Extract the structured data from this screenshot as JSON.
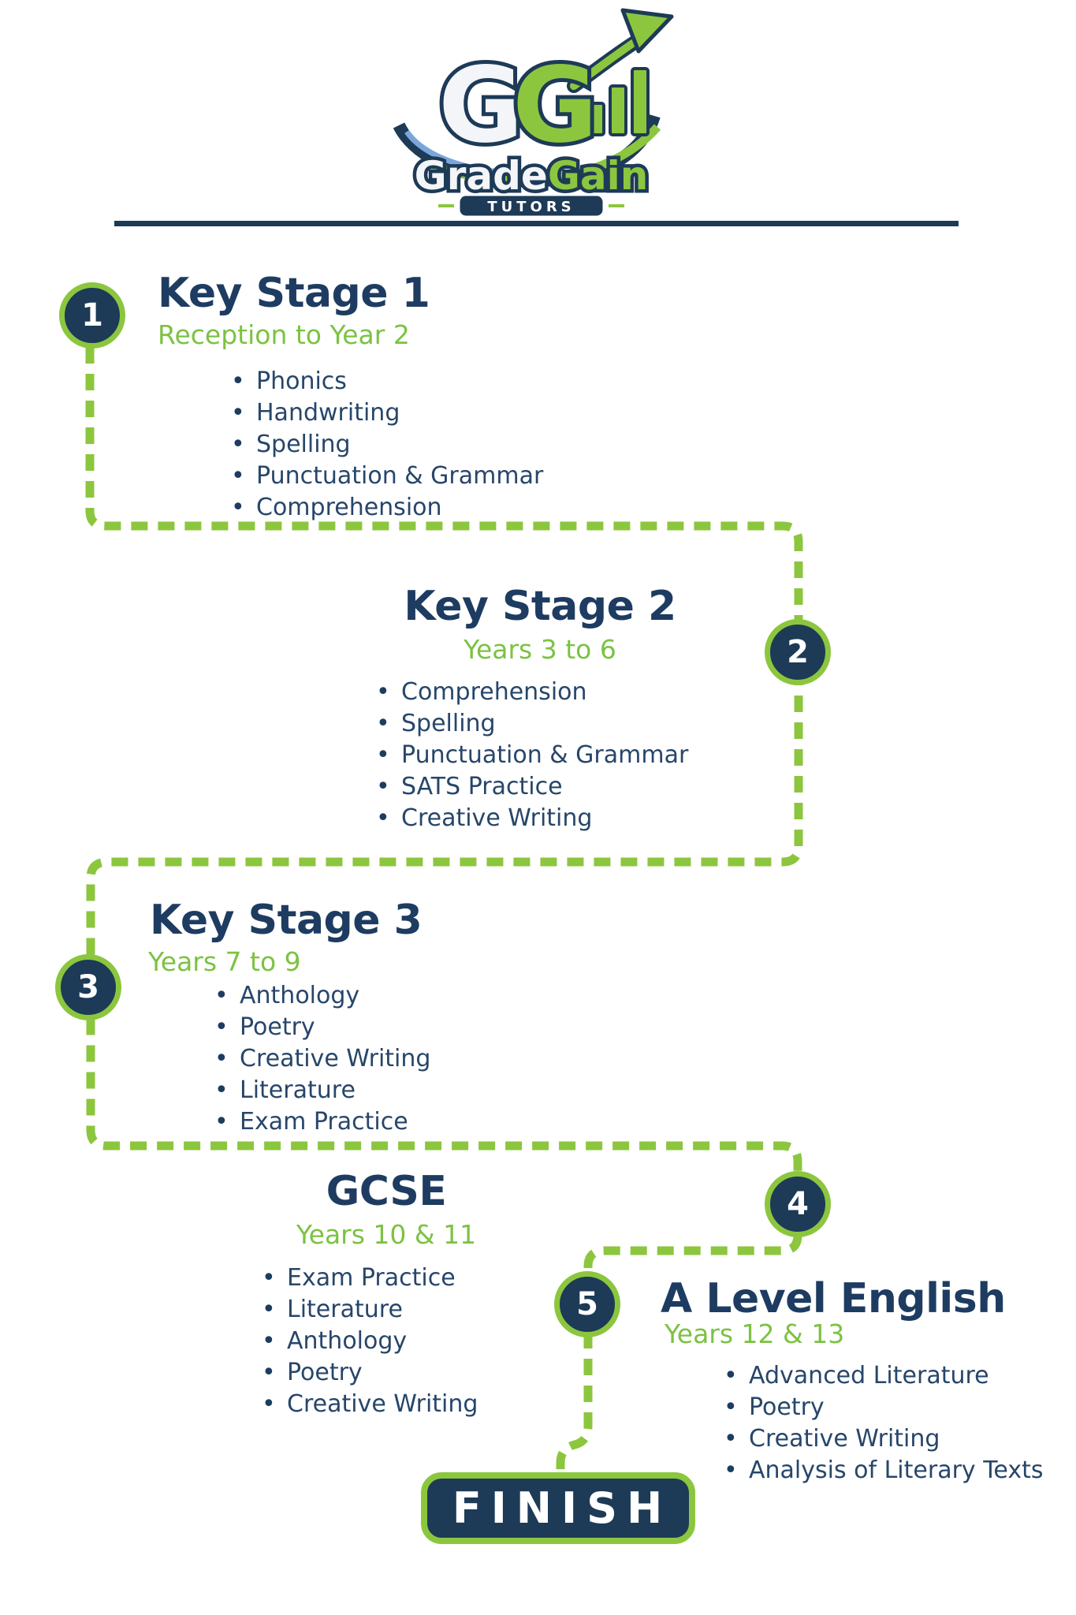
{
  "colors": {
    "navy": "#1d3a57",
    "title-navy": "#1e3c61",
    "text-navy": "#27466a",
    "green": "#8cc63e",
    "sub-green": "#7cc242",
    "white": "#ffffff",
    "silver": "#f3f5f8"
  },
  "logo": {
    "monogram_g": "G",
    "brand_grade": "Grade",
    "brand_gain": "Gain",
    "tagline": "TUTORS"
  },
  "stages": [
    {
      "number": "1",
      "title": "Key Stage 1",
      "subtitle": "Reception to Year 2",
      "topics": [
        "Phonics",
        "Handwriting",
        "Spelling",
        "Punctuation & Grammar",
        "Comprehension"
      ]
    },
    {
      "number": "2",
      "title": "Key Stage 2",
      "subtitle": "Years 3 to 6",
      "topics": [
        "Comprehension",
        "Spelling",
        "Punctuation & Grammar",
        "SATS Practice",
        "Creative Writing"
      ]
    },
    {
      "number": "3",
      "title": "Key Stage 3",
      "subtitle": "Years 7 to 9",
      "topics": [
        "Anthology",
        "Poetry",
        "Creative Writing",
        "Literature",
        "Exam Practice"
      ]
    },
    {
      "number": "4",
      "title": "GCSE",
      "subtitle": "Years 10 & 11",
      "topics": [
        "Exam Practice",
        "Literature",
        "Anthology",
        "Poetry",
        "Creative Writing"
      ]
    },
    {
      "number": "5",
      "title": "A Level English",
      "subtitle": "Years 12 & 13",
      "topics": [
        "Advanced Literature",
        "Poetry",
        "Creative Writing",
        "Analysis of Literary Texts"
      ]
    }
  ],
  "finish_label": "FINISH"
}
